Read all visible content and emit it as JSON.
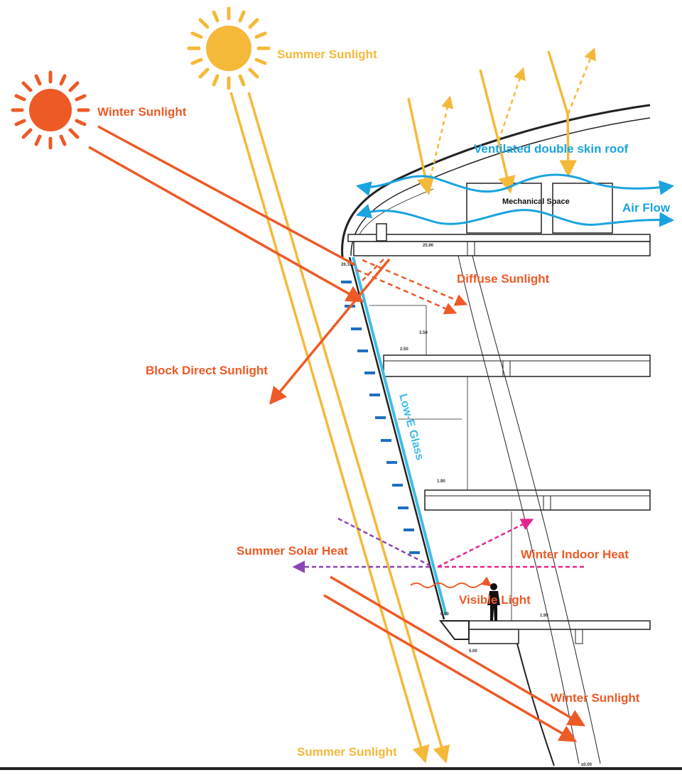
{
  "labels": {
    "summer_sunlight_top": "Summer Sunlight",
    "winter_sunlight_top": "Winter Sunlight",
    "ventilated_roof": "Ventilated double skin roof",
    "mechanical_space": "Mechanical Space",
    "air_flow": "Air Flow",
    "diffuse_sunlight": "Diffuse Sunlight",
    "block_direct_sunlight": "Block Direct Sunlight",
    "low_e_glass": "Low-E Glass",
    "summer_solar_heat": "Summer Solar Heat",
    "winter_indoor_heat": "Winter Indoor Heat",
    "visible_light": "Visible Light",
    "winter_sunlight_bottom": "Winter Sunlight",
    "summer_sunlight_bottom": "Summer Sunlight"
  },
  "dimension_marks": [
    "25.90",
    "26.100",
    "2.50",
    "3.50",
    "1.90",
    "1.90",
    "5.00",
    "±0.00",
    "0.00"
  ],
  "colors": {
    "summer": "#f5b93a",
    "winter": "#ee5a26",
    "air": "#1aa3e0",
    "glass": "#3dbde6",
    "purple": "#8b46b5",
    "magenta": "#e6248f",
    "structure": "#222222"
  },
  "icons": {
    "summer_sun": "sun-icon",
    "winter_sun": "sun-icon",
    "person": "person-silhouette"
  }
}
